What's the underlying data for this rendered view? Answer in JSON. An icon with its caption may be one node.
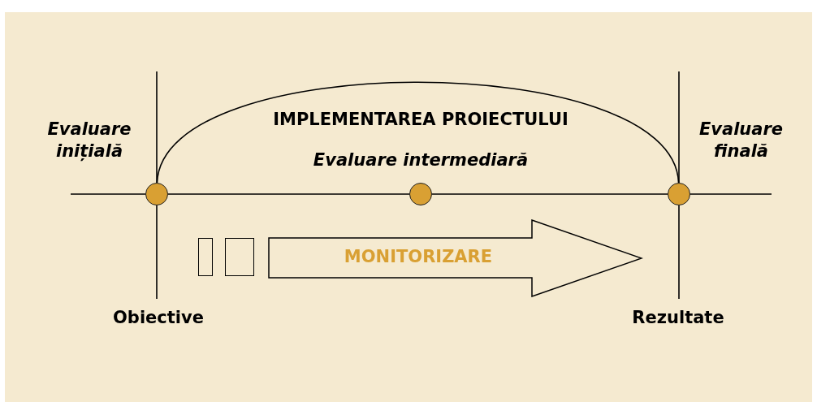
{
  "diagram": {
    "nodes": [
      {
        "text": [],
        "shape": "circle",
        "beside": [
          "Evaluare inițială"
        ]
      },
      {
        "text": [],
        "shape": "circle",
        "beside": [
          "Evaluare intermediară"
        ]
      },
      {
        "text": [],
        "shape": "circle",
        "beside": [
          "Evaluare finală"
        ]
      },
      {
        "text": [],
        "shape": "box"
      },
      {
        "text": [],
        "shape": "box"
      },
      {
        "text": [
          "MONITORIZARE"
        ]
      }
    ],
    "edges": [
      {
        "from": 0,
        "to": 2,
        "arrow": "none"
      },
      {
        "from": 0,
        "to": 1,
        "arrow": "none"
      },
      {
        "from": 1,
        "to": 2,
        "arrow": "none"
      }
    ],
    "labels": [
      "IMPLEMENTAREA PROIECTULUI",
      "Obiective",
      "Rezultate"
    ]
  }
}
